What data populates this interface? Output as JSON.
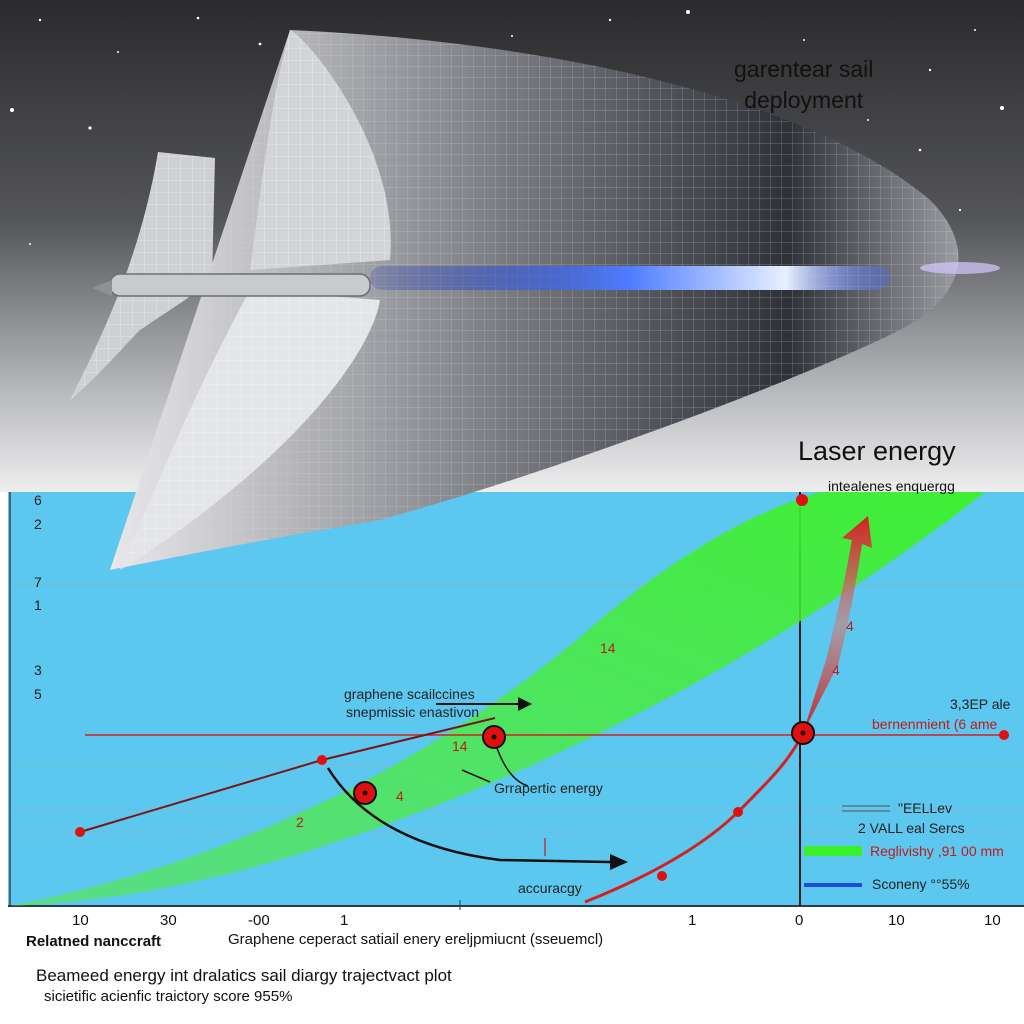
{
  "header": {
    "title_line1": "garentear sail",
    "title_line2": "deployment"
  },
  "chart": {
    "title": "Laser energy",
    "subtitle": "intealenes enquergg",
    "y_ticks": [
      "6",
      "2",
      "7",
      "1",
      "3",
      "5"
    ],
    "x_ticks": [
      "10",
      "30",
      "-00",
      "1",
      "1",
      "0",
      "10",
      "10"
    ],
    "annotations": {
      "sail_line1": "graphene scailccines",
      "sail_line2": "snepmissic enastivon",
      "energy": "Grrapertic energy",
      "accuracy": "accuracgy",
      "right_top": "3,3EP ale",
      "right_red": "bernenmient (6 ame",
      "n14": "14",
      "n2": "2",
      "n4a": "4",
      "n4b": "4",
      "n4c": "4",
      "n14b": "14"
    },
    "legend": {
      "header1": "\"EELLev",
      "header2": "2 VALL eal Sercs",
      "item_green": "Reglivishy ,91 00 mm",
      "item_blue": "Sconeny °°55%"
    },
    "colors": {
      "panel": "#5cc7ef",
      "green_band": "#55ee33",
      "red_curve": "#d61f1f",
      "dark_red_line": "#7a1616",
      "legend_blue": "#1b4fd8"
    }
  },
  "footer": {
    "left_label": "Relatned nanccraft",
    "axis_caption": "Graphene ceperact satiail enery ereljpmiucnt (sseuemcl)",
    "caption_line1": "Beameed energy int dralatics sail diargy trajectvact plot",
    "caption_line2": "sicietific acienfic traictory score 955%"
  }
}
